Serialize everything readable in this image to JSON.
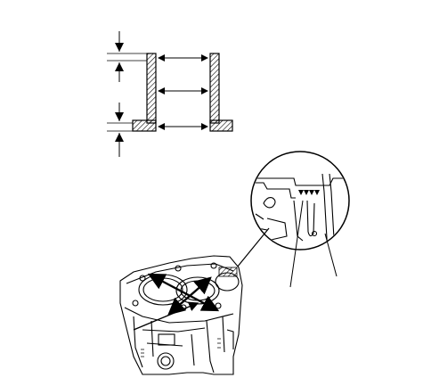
{
  "figure": {
    "description_text": "",
    "colors": {
      "ink": "#000000",
      "paper": "#ffffff"
    },
    "parts": {
      "cylinder_sleeve": "cylinder-sleeve-section",
      "engine_block": "engine-block-view",
      "detail_circle": "detail-circle-view"
    }
  }
}
